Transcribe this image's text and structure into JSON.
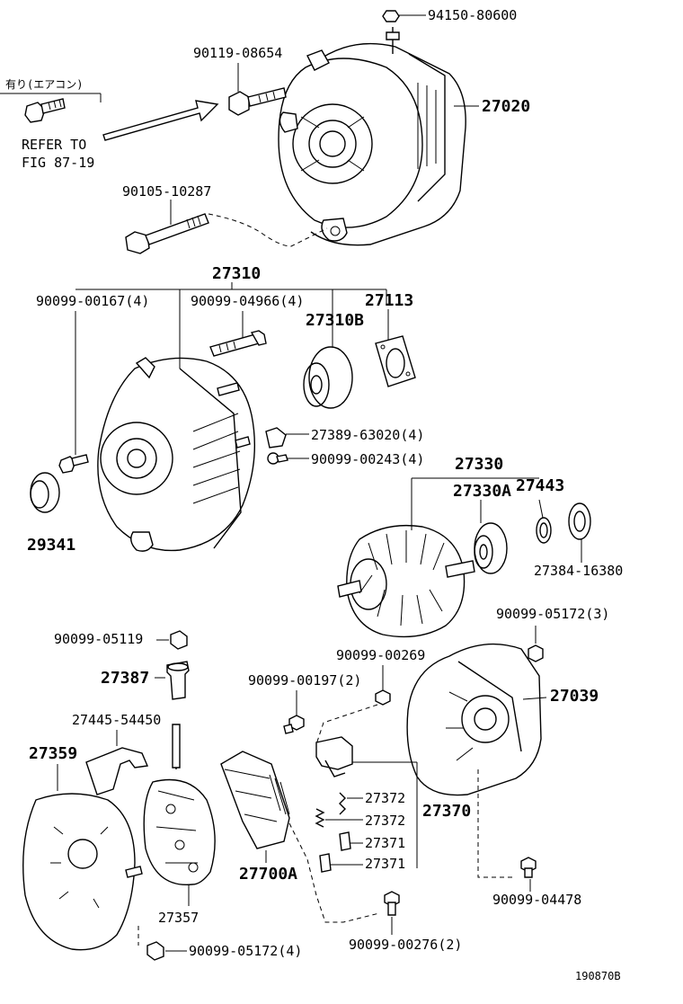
{
  "diagram": {
    "callouts": {
      "p94150_80600": "94150-80600",
      "p90119_08654": "90119-08654",
      "p27020": "27020",
      "note_jp": "有り(エアコン)",
      "refer_line1": "REFER TO",
      "refer_line2": "FIG 87-19",
      "p90105_10287": "90105-10287",
      "p27310": "27310",
      "p90099_00167": "90099-00167(4)",
      "p90099_04966": "90099-04966(4)",
      "p27113": "27113",
      "p27310B": "27310B",
      "p27389_63020": "27389-63020(4)",
      "p90099_00243": "90099-00243(4)",
      "p29341": "29341",
      "p27330": "27330",
      "p27330A": "27330A",
      "p27443": "27443",
      "p27384_16380": "27384-16380",
      "p90099_05172_3": "90099-05172(3)",
      "p90099_05119": "90099-05119",
      "p90099_00269": "90099-00269",
      "p27387": "27387",
      "p90099_00197": "90099-00197(2)",
      "p27039": "27039",
      "p27445_54450": "27445-54450",
      "p27359": "27359",
      "p27372a": "27372",
      "p27372b": "27372",
      "p27370": "27370",
      "p27371a": "27371",
      "p27371b": "27371",
      "p27700A": "27700A",
      "p27357": "27357",
      "p90099_04478": "90099-04478",
      "p90099_00276": "90099-00276(2)",
      "p90099_05172_4": "90099-05172(4)",
      "figure_id": "190870B"
    }
  }
}
